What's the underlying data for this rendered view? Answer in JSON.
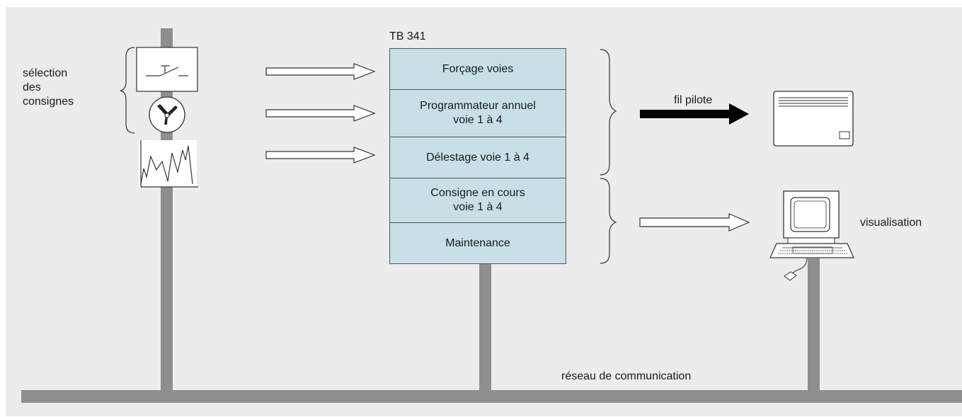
{
  "block": {
    "title": "TB 341",
    "functions": [
      "Forçage voies",
      "Programmateur annuel\nvoie 1 à 4",
      "Délestage voie 1 à 4",
      "Consigne en cours\nvoie 1 à 4",
      "Maintenance"
    ]
  },
  "labels": {
    "selection": "sélection\ndes\nconsignes",
    "fil_pilote": "fil pilote",
    "visualisation": "visualisation",
    "network": "réseau de communication"
  },
  "icons": [
    "switch-icon",
    "clock-icon",
    "load-graph-icon",
    "radiator-icon",
    "computer-terminal-icon"
  ],
  "colors": {
    "background_panel": "#ececec",
    "bus": "#8e8e8e",
    "block_fill": "#c9dfe8",
    "block_border": "#555555"
  }
}
